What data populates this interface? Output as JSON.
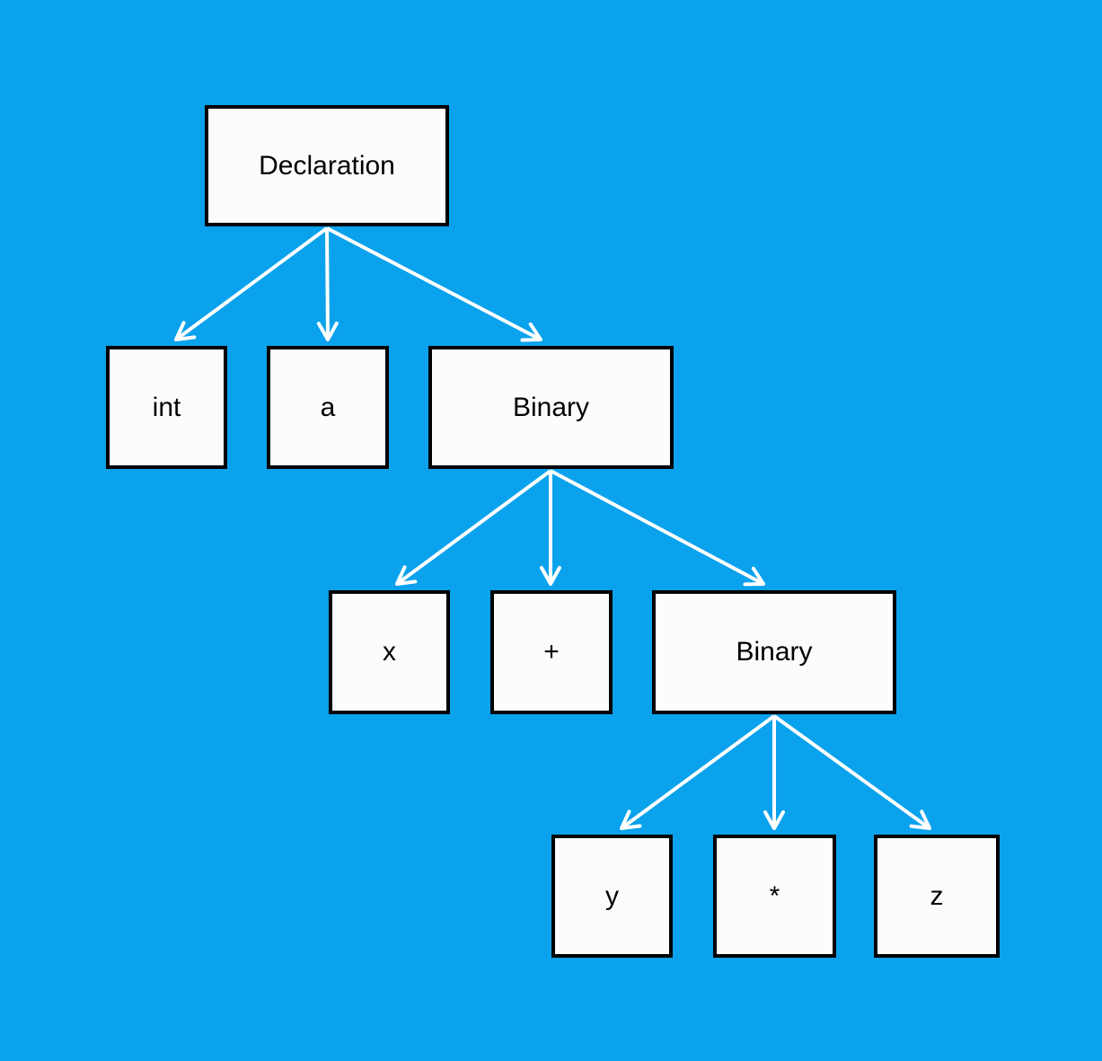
{
  "colors": {
    "background": "#0aa2ec",
    "node_fill": "#fcfcfc",
    "node_border": "#000000",
    "arrow": "#ffffff",
    "text": "#000000"
  },
  "diagram": {
    "type": "tree",
    "description": "Abstract syntax tree of a declaration",
    "nodes": {
      "declaration": {
        "label": "Declaration"
      },
      "int": {
        "label": "int"
      },
      "a": {
        "label": "a"
      },
      "binary1": {
        "label": "Binary"
      },
      "x": {
        "label": "x"
      },
      "plus": {
        "label": "+"
      },
      "binary2": {
        "label": "Binary"
      },
      "y": {
        "label": "y"
      },
      "star": {
        "label": "*"
      },
      "z": {
        "label": "z"
      }
    },
    "edges": [
      {
        "from": "declaration",
        "to": "int"
      },
      {
        "from": "declaration",
        "to": "a"
      },
      {
        "from": "declaration",
        "to": "binary1"
      },
      {
        "from": "binary1",
        "to": "x"
      },
      {
        "from": "binary1",
        "to": "plus"
      },
      {
        "from": "binary1",
        "to": "binary2"
      },
      {
        "from": "binary2",
        "to": "y"
      },
      {
        "from": "binary2",
        "to": "star"
      },
      {
        "from": "binary2",
        "to": "z"
      }
    ]
  }
}
